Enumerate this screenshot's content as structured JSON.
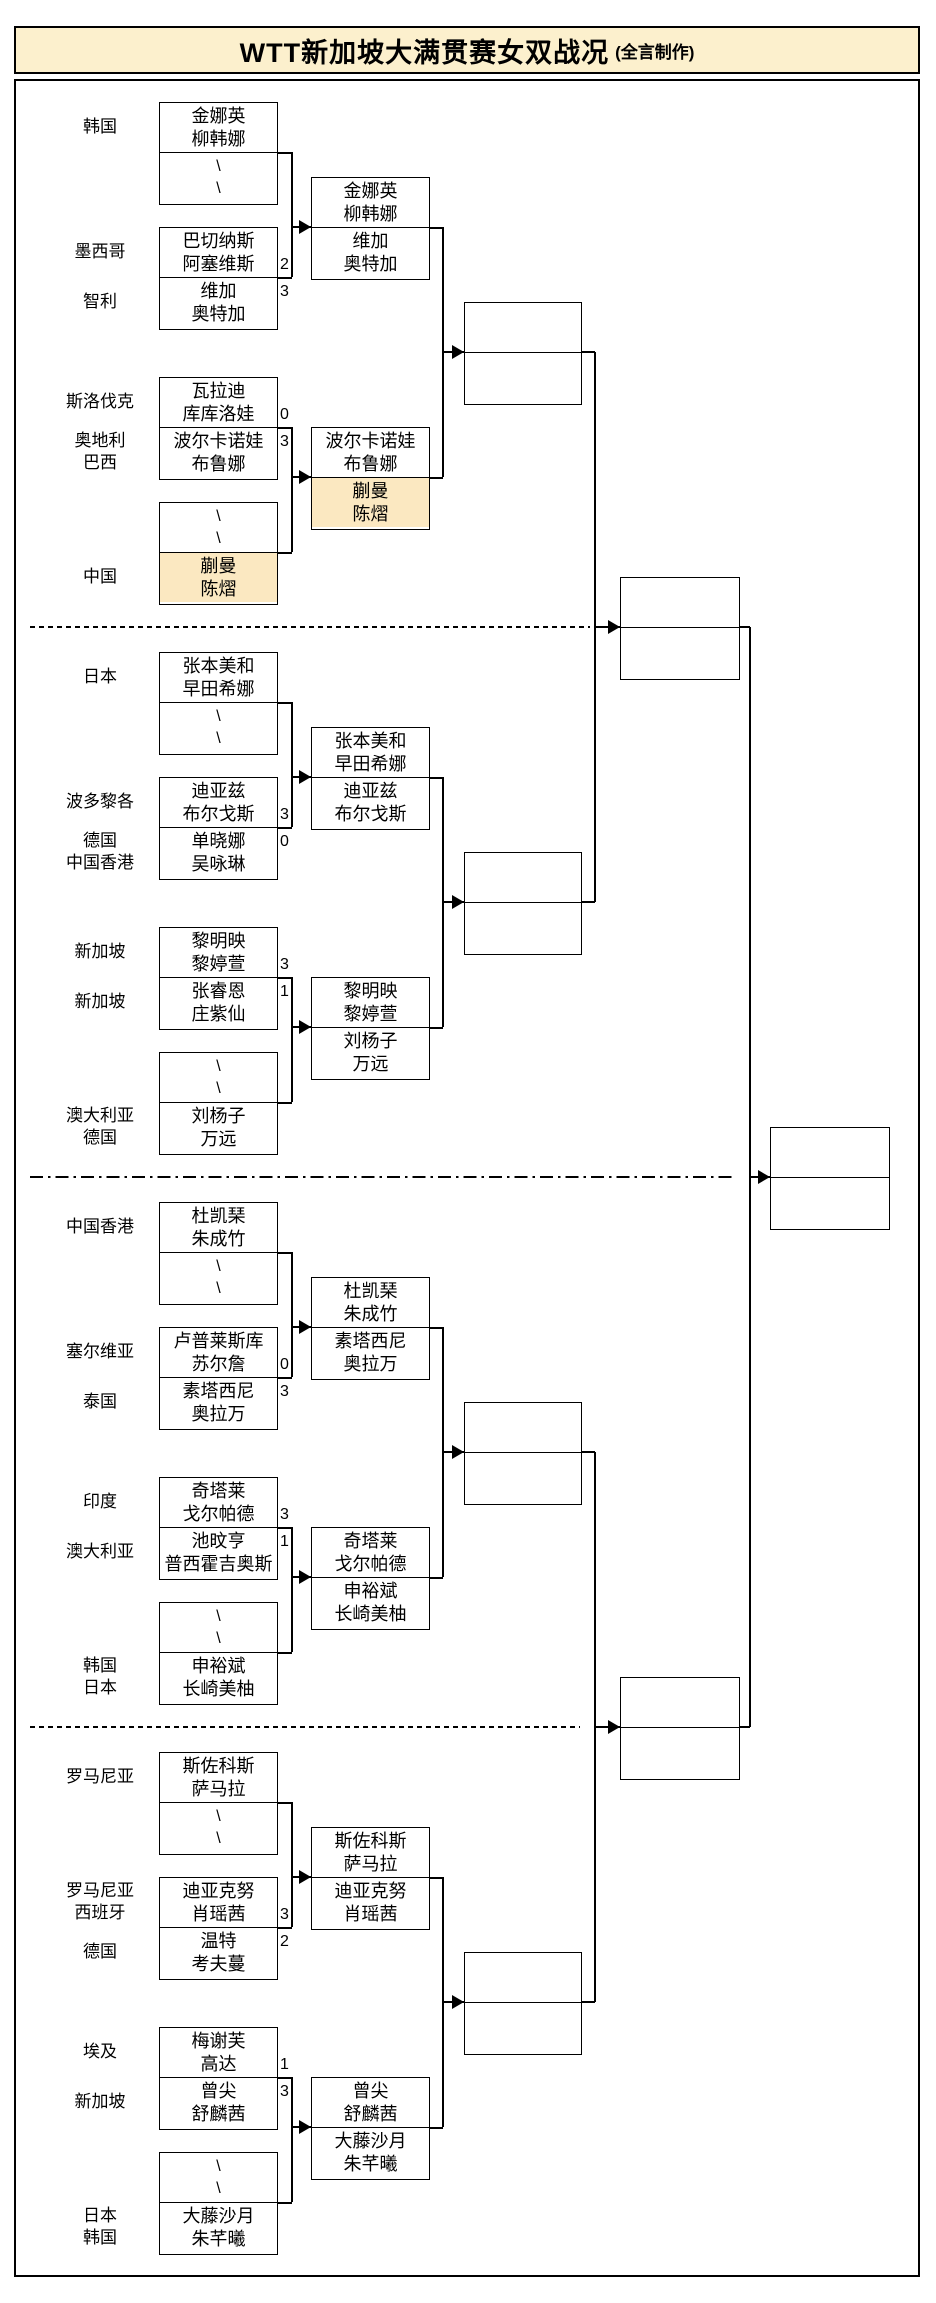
{
  "title": {
    "text": "WTT新加坡大满贯赛女双战况",
    "credit": "(全言制作)"
  },
  "colors": {
    "title_bg": "#fcf0cd",
    "highlight_bg": "#fbe8c1",
    "line": "#000000"
  },
  "quarters": [
    {
      "labels": [
        {
          "row": 0,
          "lines": [
            "韩国"
          ]
        },
        {
          "row": 2,
          "lines": [
            "墨西哥"
          ]
        },
        {
          "row": 3,
          "lines": [
            "智利"
          ]
        },
        {
          "row": 4,
          "lines": [
            "斯洛伐克"
          ]
        },
        {
          "row": 5,
          "lines": [
            "奥地利",
            "巴西"
          ]
        },
        {
          "row": 7,
          "lines": [
            "中国"
          ]
        }
      ],
      "r1_pairs": [
        {
          "top": {
            "lines": [
              "金娜英",
              "柳韩娜"
            ]
          },
          "bottom": {
            "bye": true,
            "lines": [
              "\\",
              "\\"
            ]
          }
        },
        {
          "top": {
            "lines": [
              "巴切纳斯",
              "阿塞维斯"
            ],
            "score": "2"
          },
          "bottom": {
            "lines": [
              "维加",
              "奥特加"
            ],
            "score": "3"
          }
        },
        {
          "top": {
            "lines": [
              "瓦拉迪",
              "库库洛娃"
            ],
            "score": "0"
          },
          "bottom": {
            "lines": [
              "波尔卡诺娃",
              "布鲁娜"
            ],
            "score": "3"
          }
        },
        {
          "top": {
            "bye": true,
            "lines": [
              "\\",
              "\\"
            ]
          },
          "bottom": {
            "lines": [
              "蒯曼",
              "陈熠"
            ],
            "highlight": true
          }
        }
      ],
      "r2_boxes": [
        {
          "top": {
            "lines": [
              "金娜英",
              "柳韩娜"
            ]
          },
          "bottom": {
            "lines": [
              "维加",
              "奥特加"
            ]
          }
        },
        {
          "top": {
            "lines": [
              "波尔卡诺娃",
              "布鲁娜"
            ]
          },
          "bottom": {
            "lines": [
              "蒯曼",
              "陈熠"
            ],
            "highlight": true
          }
        }
      ]
    },
    {
      "labels": [
        {
          "row": 0,
          "lines": [
            "日本"
          ]
        },
        {
          "row": 2,
          "lines": [
            "波多黎各"
          ]
        },
        {
          "row": 3,
          "lines": [
            "德国",
            "中国香港"
          ]
        },
        {
          "row": 4,
          "lines": [
            "新加坡"
          ]
        },
        {
          "row": 5,
          "lines": [
            "新加坡"
          ]
        },
        {
          "row": 7,
          "lines": [
            "澳大利亚",
            "德国"
          ]
        }
      ],
      "r1_pairs": [
        {
          "top": {
            "lines": [
              "张本美和",
              "早田希娜"
            ]
          },
          "bottom": {
            "bye": true,
            "lines": [
              "\\",
              "\\"
            ]
          }
        },
        {
          "top": {
            "lines": [
              "迪亚兹",
              "布尔戈斯"
            ],
            "score": "3"
          },
          "bottom": {
            "lines": [
              "单晓娜",
              "吴咏琳"
            ],
            "score": "0"
          }
        },
        {
          "top": {
            "lines": [
              "黎明映",
              "黎婷萱"
            ],
            "score": "3"
          },
          "bottom": {
            "lines": [
              "张睿恩",
              "庄紫仙"
            ],
            "score": "1"
          }
        },
        {
          "top": {
            "bye": true,
            "lines": [
              "\\",
              "\\"
            ]
          },
          "bottom": {
            "lines": [
              "刘杨子",
              "万远"
            ]
          }
        }
      ],
      "r2_boxes": [
        {
          "top": {
            "lines": [
              "张本美和",
              "早田希娜"
            ]
          },
          "bottom": {
            "lines": [
              "迪亚兹",
              "布尔戈斯"
            ]
          }
        },
        {
          "top": {
            "lines": [
              "黎明映",
              "黎婷萱"
            ]
          },
          "bottom": {
            "lines": [
              "刘杨子",
              "万远"
            ]
          }
        }
      ]
    },
    {
      "labels": [
        {
          "row": 0,
          "lines": [
            "中国香港"
          ]
        },
        {
          "row": 2,
          "lines": [
            "塞尔维亚"
          ]
        },
        {
          "row": 3,
          "lines": [
            "泰国"
          ]
        },
        {
          "row": 4,
          "lines": [
            "印度"
          ]
        },
        {
          "row": 5,
          "lines": [
            "澳大利亚"
          ]
        },
        {
          "row": 7,
          "lines": [
            "韩国",
            "日本"
          ]
        }
      ],
      "r1_pairs": [
        {
          "top": {
            "lines": [
              "杜凯琹",
              "朱成竹"
            ]
          },
          "bottom": {
            "bye": true,
            "lines": [
              "\\",
              "\\"
            ]
          }
        },
        {
          "top": {
            "lines": [
              "卢普莱斯库",
              "苏尔詹"
            ],
            "score": "0"
          },
          "bottom": {
            "lines": [
              "素塔西尼",
              "奥拉万"
            ],
            "score": "3"
          }
        },
        {
          "top": {
            "lines": [
              "奇塔莱",
              "戈尔帕德"
            ],
            "score": "3"
          },
          "bottom": {
            "lines": [
              "池旼亨",
              "普西霍吉奥斯"
            ],
            "score": "1"
          }
        },
        {
          "top": {
            "bye": true,
            "lines": [
              "\\",
              "\\"
            ]
          },
          "bottom": {
            "lines": [
              "申裕斌",
              "长崎美柚"
            ]
          }
        }
      ],
      "r2_boxes": [
        {
          "top": {
            "lines": [
              "杜凯琹",
              "朱成竹"
            ]
          },
          "bottom": {
            "lines": [
              "素塔西尼",
              "奥拉万"
            ]
          }
        },
        {
          "top": {
            "lines": [
              "奇塔莱",
              "戈尔帕德"
            ]
          },
          "bottom": {
            "lines": [
              "申裕斌",
              "长崎美柚"
            ]
          }
        }
      ]
    },
    {
      "labels": [
        {
          "row": 0,
          "lines": [
            "罗马尼亚"
          ]
        },
        {
          "row": 2,
          "lines": [
            "罗马尼亚",
            "西班牙"
          ]
        },
        {
          "row": 3,
          "lines": [
            "德国"
          ]
        },
        {
          "row": 4,
          "lines": [
            "埃及"
          ]
        },
        {
          "row": 5,
          "lines": [
            "新加坡"
          ]
        },
        {
          "row": 7,
          "lines": [
            "日本",
            "韩国"
          ]
        }
      ],
      "r1_pairs": [
        {
          "top": {
            "lines": [
              "斯佐科斯",
              "萨马拉"
            ]
          },
          "bottom": {
            "bye": true,
            "lines": [
              "\\",
              "\\"
            ]
          }
        },
        {
          "top": {
            "lines": [
              "迪亚克努",
              "肖瑶茜"
            ],
            "score": "3"
          },
          "bottom": {
            "lines": [
              "温特",
              "考夫蔓"
            ],
            "score": "2"
          }
        },
        {
          "top": {
            "lines": [
              "梅谢芙",
              "高达"
            ],
            "score": "1"
          },
          "bottom": {
            "lines": [
              "曾尖",
              "舒麟茜"
            ],
            "score": "3"
          }
        },
        {
          "top": {
            "bye": true,
            "lines": [
              "\\",
              "\\"
            ]
          },
          "bottom": {
            "lines": [
              "大藤沙月",
              "朱芊曦"
            ]
          }
        }
      ],
      "r2_boxes": [
        {
          "top": {
            "lines": [
              "斯佐科斯",
              "萨马拉"
            ]
          },
          "bottom": {
            "lines": [
              "迪亚克努",
              "肖瑶茜"
            ]
          }
        },
        {
          "top": {
            "lines": [
              "曾尖",
              "舒麟茜"
            ]
          },
          "bottom": {
            "lines": [
              "大藤沙月",
              "朱芊曦"
            ]
          }
        }
      ]
    }
  ]
}
